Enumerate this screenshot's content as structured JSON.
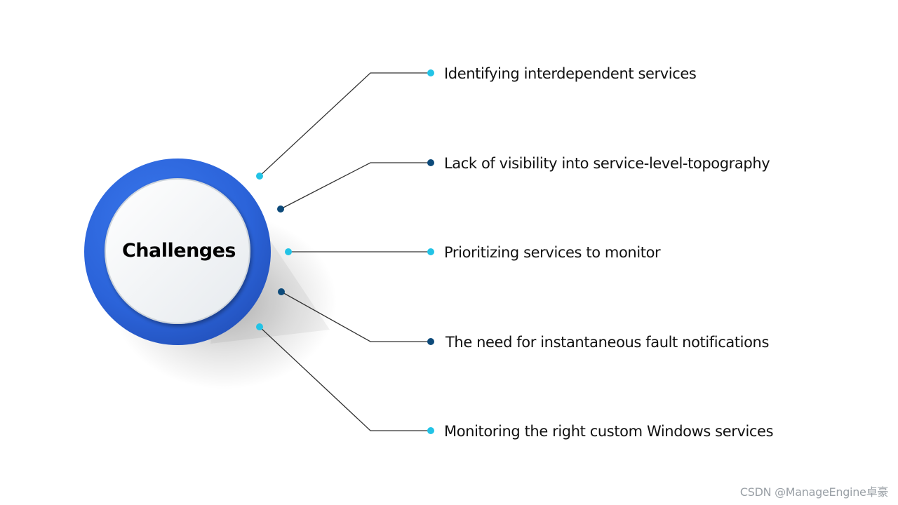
{
  "center": {
    "label": "Challenges",
    "outer_color": "#2b63d9",
    "inner_color": "#eef1f4",
    "text_color": "#000000"
  },
  "items": [
    {
      "label": "Identifying interdependent services",
      "dot_color": "#22c3e6"
    },
    {
      "label": "Lack of visibility into service-level-topography",
      "dot_color": "#0d4a7a"
    },
    {
      "label": "Prioritizing services to monitor",
      "dot_color": "#22c3e6"
    },
    {
      "label": "The need for instantaneous fault notifications",
      "dot_color": "#0d4a7a"
    },
    {
      "label": "Monitoring the right custom Windows services",
      "dot_color": "#22c3e6"
    }
  ],
  "connector_color": "#333333",
  "label_color": "#111111",
  "watermark": {
    "text": "CSDN @ManageEngine卓豪",
    "color": "#9aa0a6"
  }
}
